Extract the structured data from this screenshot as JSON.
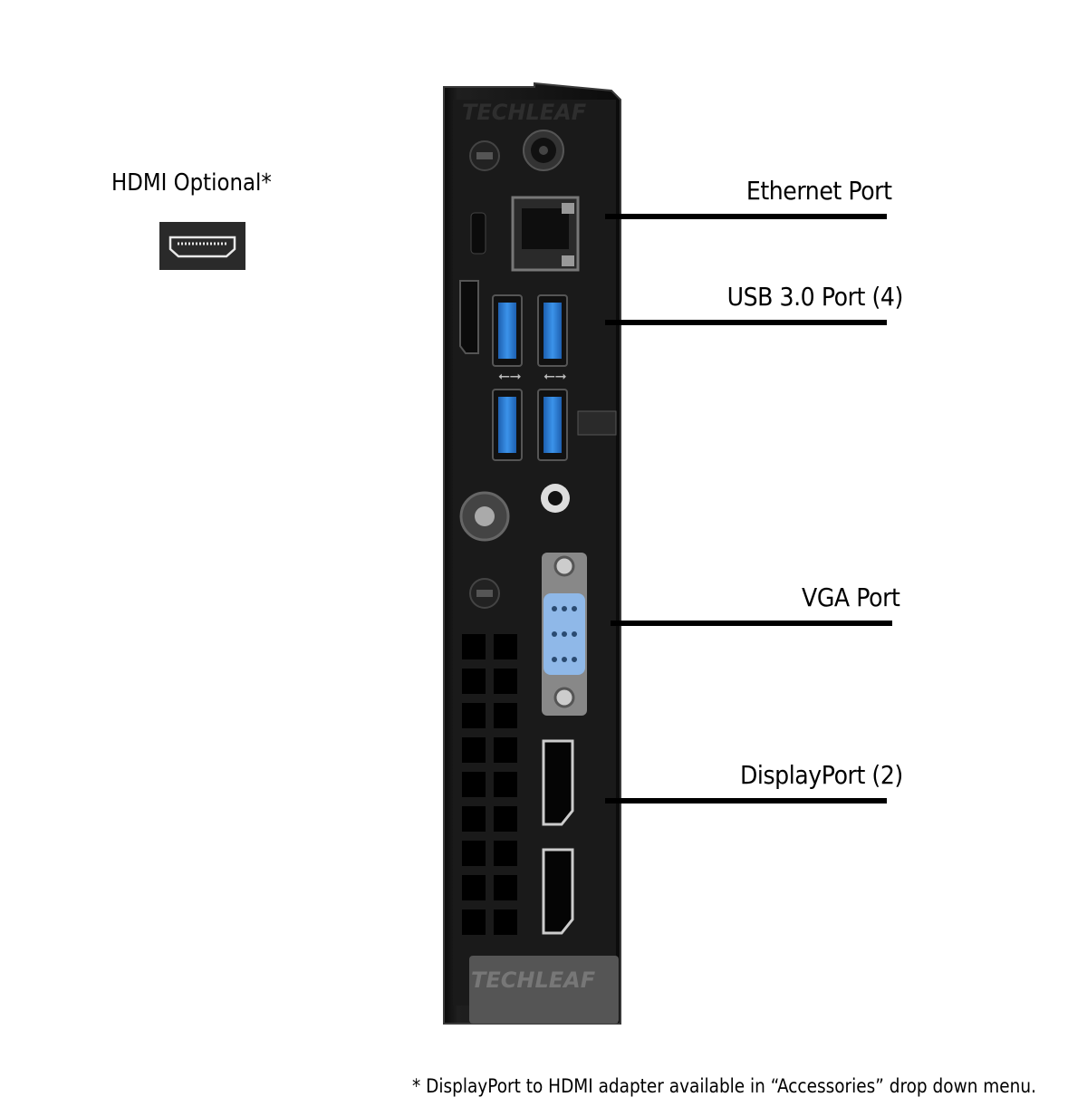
{
  "hdmi": {
    "title": "HDMI Optional*",
    "icon": "hdmi-port-icon"
  },
  "labels": {
    "ethernet": "Ethernet Port",
    "usb": "USB 3.0 Port (4)",
    "vga": "VGA Port",
    "displayport": "DisplayPort (2)"
  },
  "watermark": "TECHLEAF",
  "footnote": "*  DisplayPort to HDMI adapter available in “Accessories” drop down menu.",
  "colors": {
    "usb_blue": "#2b7fd6",
    "vga_blue": "#8fb8e8",
    "chassis": "#151515"
  }
}
